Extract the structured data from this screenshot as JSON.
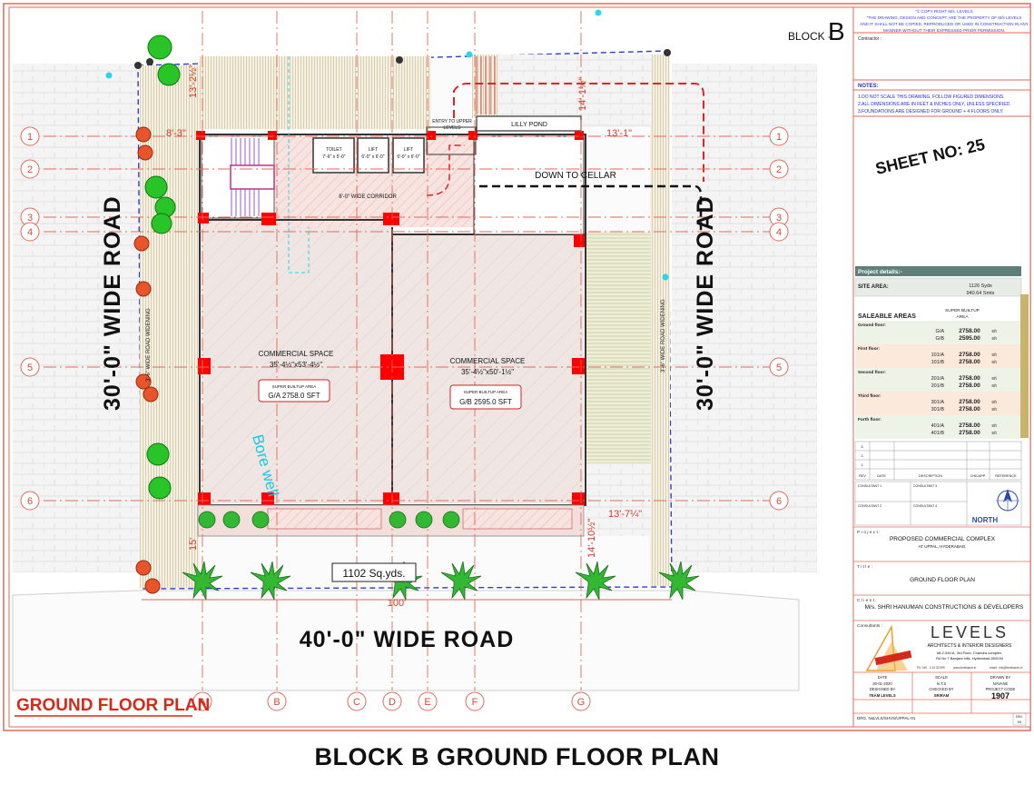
{
  "block_label_prefix": "BLOCK -",
  "block_label_letter": "B",
  "copyright_lines": [
    "\"©   COPY RIGHT M/s. LEVELS",
    "\"THE  DRAWING, DESIGN AND CONCEPT ARE THE PROPERTY OF M/s LEVELS",
    "AND IT SHALL NOT BE COPIED, REPRODUCED OR USED IN CONSTRUCTION IN ANY",
    "MANNER WITHOUT THEIR EXPRESSED PRIOR PERMISSION."
  ],
  "contractor_label": "Contractor :",
  "notes_title": "NOTES:",
  "notes": [
    "1.DO NOT SCALE THIS DRAWING, FOLLOW FIGURED DIMENSIONS.",
    "2.ALL DIMENSIONS ARE IN FEET & INCHES ONLY, UNLESS SPECIFIED.",
    "3.FOUNDATIONS ARE DESIGNED FOR GROUND + 4 FLOORS ONLY."
  ],
  "sheet_no": "SHEET NO: 25",
  "project_details_title": "Project details:-",
  "site_area_label": "SITE AREA:",
  "site_area_values": [
    "1126  Syds",
    "940.64 Smts"
  ],
  "saleable_label": "SALEABLE AREAS",
  "super_builtup_label": [
    "SUPER BUILTUP",
    "AREA"
  ],
  "floors": [
    {
      "name": "Ground floor:",
      "units": [
        {
          "unit": "G/A",
          "area": "2758.00",
          "unit_label": "Sft"
        },
        {
          "unit": "G/B",
          "area": "2595.00",
          "unit_label": "Sft"
        }
      ]
    },
    {
      "name": "First floor:",
      "units": [
        {
          "unit": "101/A",
          "area": "2758.00",
          "unit_label": "Sft"
        },
        {
          "unit": "101/B",
          "area": "2758.00",
          "unit_label": "Sft"
        }
      ]
    },
    {
      "name": "Second floor:",
      "units": [
        {
          "unit": "201/A",
          "area": "2758.00",
          "unit_label": "Sft"
        },
        {
          "unit": "201/B",
          "area": "2758.00",
          "unit_label": "Sft"
        }
      ]
    },
    {
      "name": "Third floor:",
      "units": [
        {
          "unit": "301/A",
          "area": "2758.00",
          "unit_label": "Sft"
        },
        {
          "unit": "301/B",
          "area": "2758.00",
          "unit_label": "Sft"
        }
      ]
    },
    {
      "name": "Forth floor:",
      "units": [
        {
          "unit": "401/A",
          "area": "2758.00",
          "unit_label": "Sft"
        },
        {
          "unit": "401/B",
          "area": "2758.00",
          "unit_label": "Sft"
        }
      ]
    }
  ],
  "revision_headers": [
    "REV",
    "DATE",
    "DESCRIPTION",
    "CHK/APP",
    "REFERENCE"
  ],
  "revision_rows": [
    "3.",
    "2.",
    "1."
  ],
  "consultant_labels": [
    "CONSULTANT 1",
    "CONSULTANT 2",
    "CONSULTANT 3",
    "CONSULTANT 4"
  ],
  "north_label": "NORTH",
  "project_label": "P r o j e c t :",
  "project_name": "PROPOSED COMMERCIAL COMPLEX",
  "project_location": "AT UPPAL, HYDERABAD.",
  "title_label": "T i t l e :",
  "drawing_title": "GROUND FLOOR PLAN",
  "client_label": "C l i e n t :",
  "client_name": "M/s. SHRI HANUMAN CONSTRUCTIONS & DEVELOPERS",
  "consultants_label": "Consultants :",
  "firm_logo_text": "LEVELS",
  "firm_tagline": "ARCHITECTS & INTERIOR DESIGNERS",
  "firm_address": [
    "#8-2-541/A, 3rd Floor, Chandra complex,",
    "Rd No 7 Banjara hills, Hyderabad-500034"
  ],
  "firm_contact": [
    "Ph: 040 - 2 33 33 999",
    "www.levelsarch.in",
    "email : info@levelsarch.in"
  ],
  "tb_headers": [
    "DATE",
    "SCALE",
    "DRAWN BY"
  ],
  "tb_values": [
    "30-01-2020",
    "N.T.S",
    "NAVANE"
  ],
  "tb_headers2": [
    "DESIGNED BY",
    "CHECKED BY",
    "PROJECT CODE"
  ],
  "tb_values2": [
    "TEAM LEVELS",
    "SRIRAM",
    "1907"
  ],
  "drg_no_label": "DRG. No:",
  "drg_no": "LVLS/SHVS/UPPAL-01",
  "rev_label": "REV.",
  "rev_value": "00",
  "grid_rows": [
    "1",
    "2",
    "3",
    "4",
    "5",
    "6"
  ],
  "grid_cols": [
    "A",
    "B",
    "C",
    "D",
    "E",
    "F",
    "G"
  ],
  "road_left": "30'-0\" WIDE ROAD",
  "road_right": "30'-0\" WIDE ROAD",
  "road_bottom": "40'-0\"  WIDE ROAD",
  "road_widening_left": "3'-6\" WIDE ROAD WIDENING",
  "road_widening_right": "3'-6\" WIDE ROAD WIDENING",
  "rooms": {
    "toilet": [
      "TOILET",
      "7'-6\" x 5'-0\""
    ],
    "lift1": [
      "LIFT",
      "6'-0\" x 6'-0\""
    ],
    "lift2": [
      "LIFT",
      "6'-0\" x 6'-0\""
    ],
    "corridor": "8'-0\" WIDE CORRIDOR",
    "entry": [
      "ENTRY TO UPPER",
      "LEVELS"
    ],
    "lilly_pond": "LILLY POND",
    "down_to_cellar": "DOWN TO CELLAR",
    "shop_a": {
      "title": "COMMERCIAL SPACE",
      "dims": "35'-4½\"x53'-4½\"",
      "area_label": "SUPER BUILTUP AREA",
      "area": "G/A  2758.0 SFT"
    },
    "shop_b": {
      "title": "COMMERCIAL SPACE",
      "dims": "35'-4½\"x50'-1½\"",
      "area_label": "SUPER BUILTUP AREA",
      "area": "G/B  2595.0 SFT"
    }
  },
  "bore_well": "Bore well",
  "plot_area": "1102 Sq.yds.",
  "dims": {
    "top_left": "13'-2½\"",
    "left": "8'-3\"",
    "top_right": "14'-1½\"",
    "right": "13'-1\"",
    "bottom_right": "13'-7¼\"",
    "bottom_right2": "14'-10½\"",
    "bottom_left": "15'",
    "bottom_width": "100'"
  },
  "sheet_title": "GROUND FLOOR PLAN",
  "caption": "BLOCK B GROUND FLOOR PLAN"
}
